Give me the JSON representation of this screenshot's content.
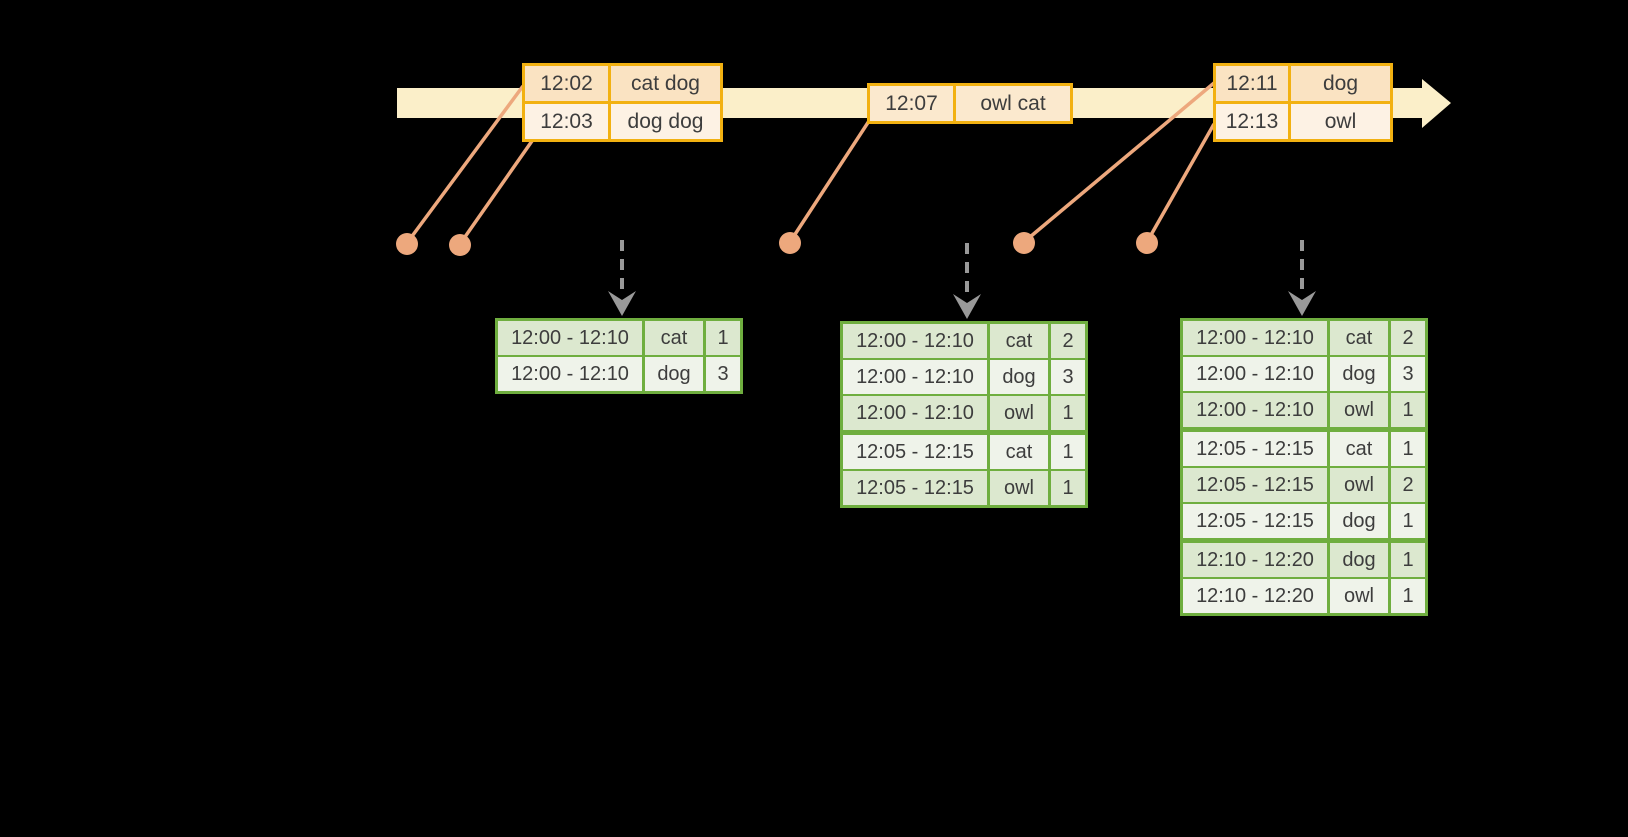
{
  "diagram": {
    "description": "Windowed grouped aggregation over an event-time stream: events on a timeline feed sliding-window word counts produced at successive triggers",
    "background_color": "#000000"
  },
  "colors": {
    "timeline_fill": "#fbefc9",
    "event_table_border": "#f2b111",
    "event_row_dark": "#fae3c2",
    "event_row_mid": "#fbe9ce",
    "event_row_light": "#fdf2e4",
    "connector": "#eda87d",
    "trigger_arrow": "#999999",
    "result_table_border": "#6fae3f",
    "result_row_dark": "#dce8cf",
    "result_row_light": "#eff3ea",
    "text": "#3d3d3d"
  },
  "event_tables": [
    {
      "rows": [
        {
          "time": "12:02",
          "words": "cat dog"
        },
        {
          "time": "12:03",
          "words": "dog dog"
        }
      ]
    },
    {
      "rows": [
        {
          "time": "12:07",
          "words": "owl cat"
        }
      ]
    },
    {
      "rows": [
        {
          "time": "12:11",
          "words": "dog"
        },
        {
          "time": "12:13",
          "words": "owl"
        }
      ]
    }
  ],
  "result_tables": [
    {
      "rows": [
        {
          "window": "12:00 - 12:10",
          "word": "cat",
          "count": "1"
        },
        {
          "window": "12:00 - 12:10",
          "word": "dog",
          "count": "3"
        }
      ]
    },
    {
      "rows": [
        {
          "window": "12:00 - 12:10",
          "word": "cat",
          "count": "2"
        },
        {
          "window": "12:00 - 12:10",
          "word": "dog",
          "count": "3"
        },
        {
          "window": "12:00 - 12:10",
          "word": "owl",
          "count": "1"
        },
        {
          "window": "12:05 - 12:15",
          "word": "cat",
          "count": "1"
        },
        {
          "window": "12:05 - 12:15",
          "word": "owl",
          "count": "1"
        }
      ]
    },
    {
      "rows": [
        {
          "window": "12:00 - 12:10",
          "word": "cat",
          "count": "2"
        },
        {
          "window": "12:00 - 12:10",
          "word": "dog",
          "count": "3"
        },
        {
          "window": "12:00 - 12:10",
          "word": "owl",
          "count": "1"
        },
        {
          "window": "12:05 - 12:15",
          "word": "cat",
          "count": "1"
        },
        {
          "window": "12:05 - 12:15",
          "word": "owl",
          "count": "2"
        },
        {
          "window": "12:05 - 12:15",
          "word": "dog",
          "count": "1"
        },
        {
          "window": "12:10 - 12:20",
          "word": "dog",
          "count": "1"
        },
        {
          "window": "12:10 - 12:20",
          "word": "owl",
          "count": "1"
        }
      ]
    }
  ]
}
